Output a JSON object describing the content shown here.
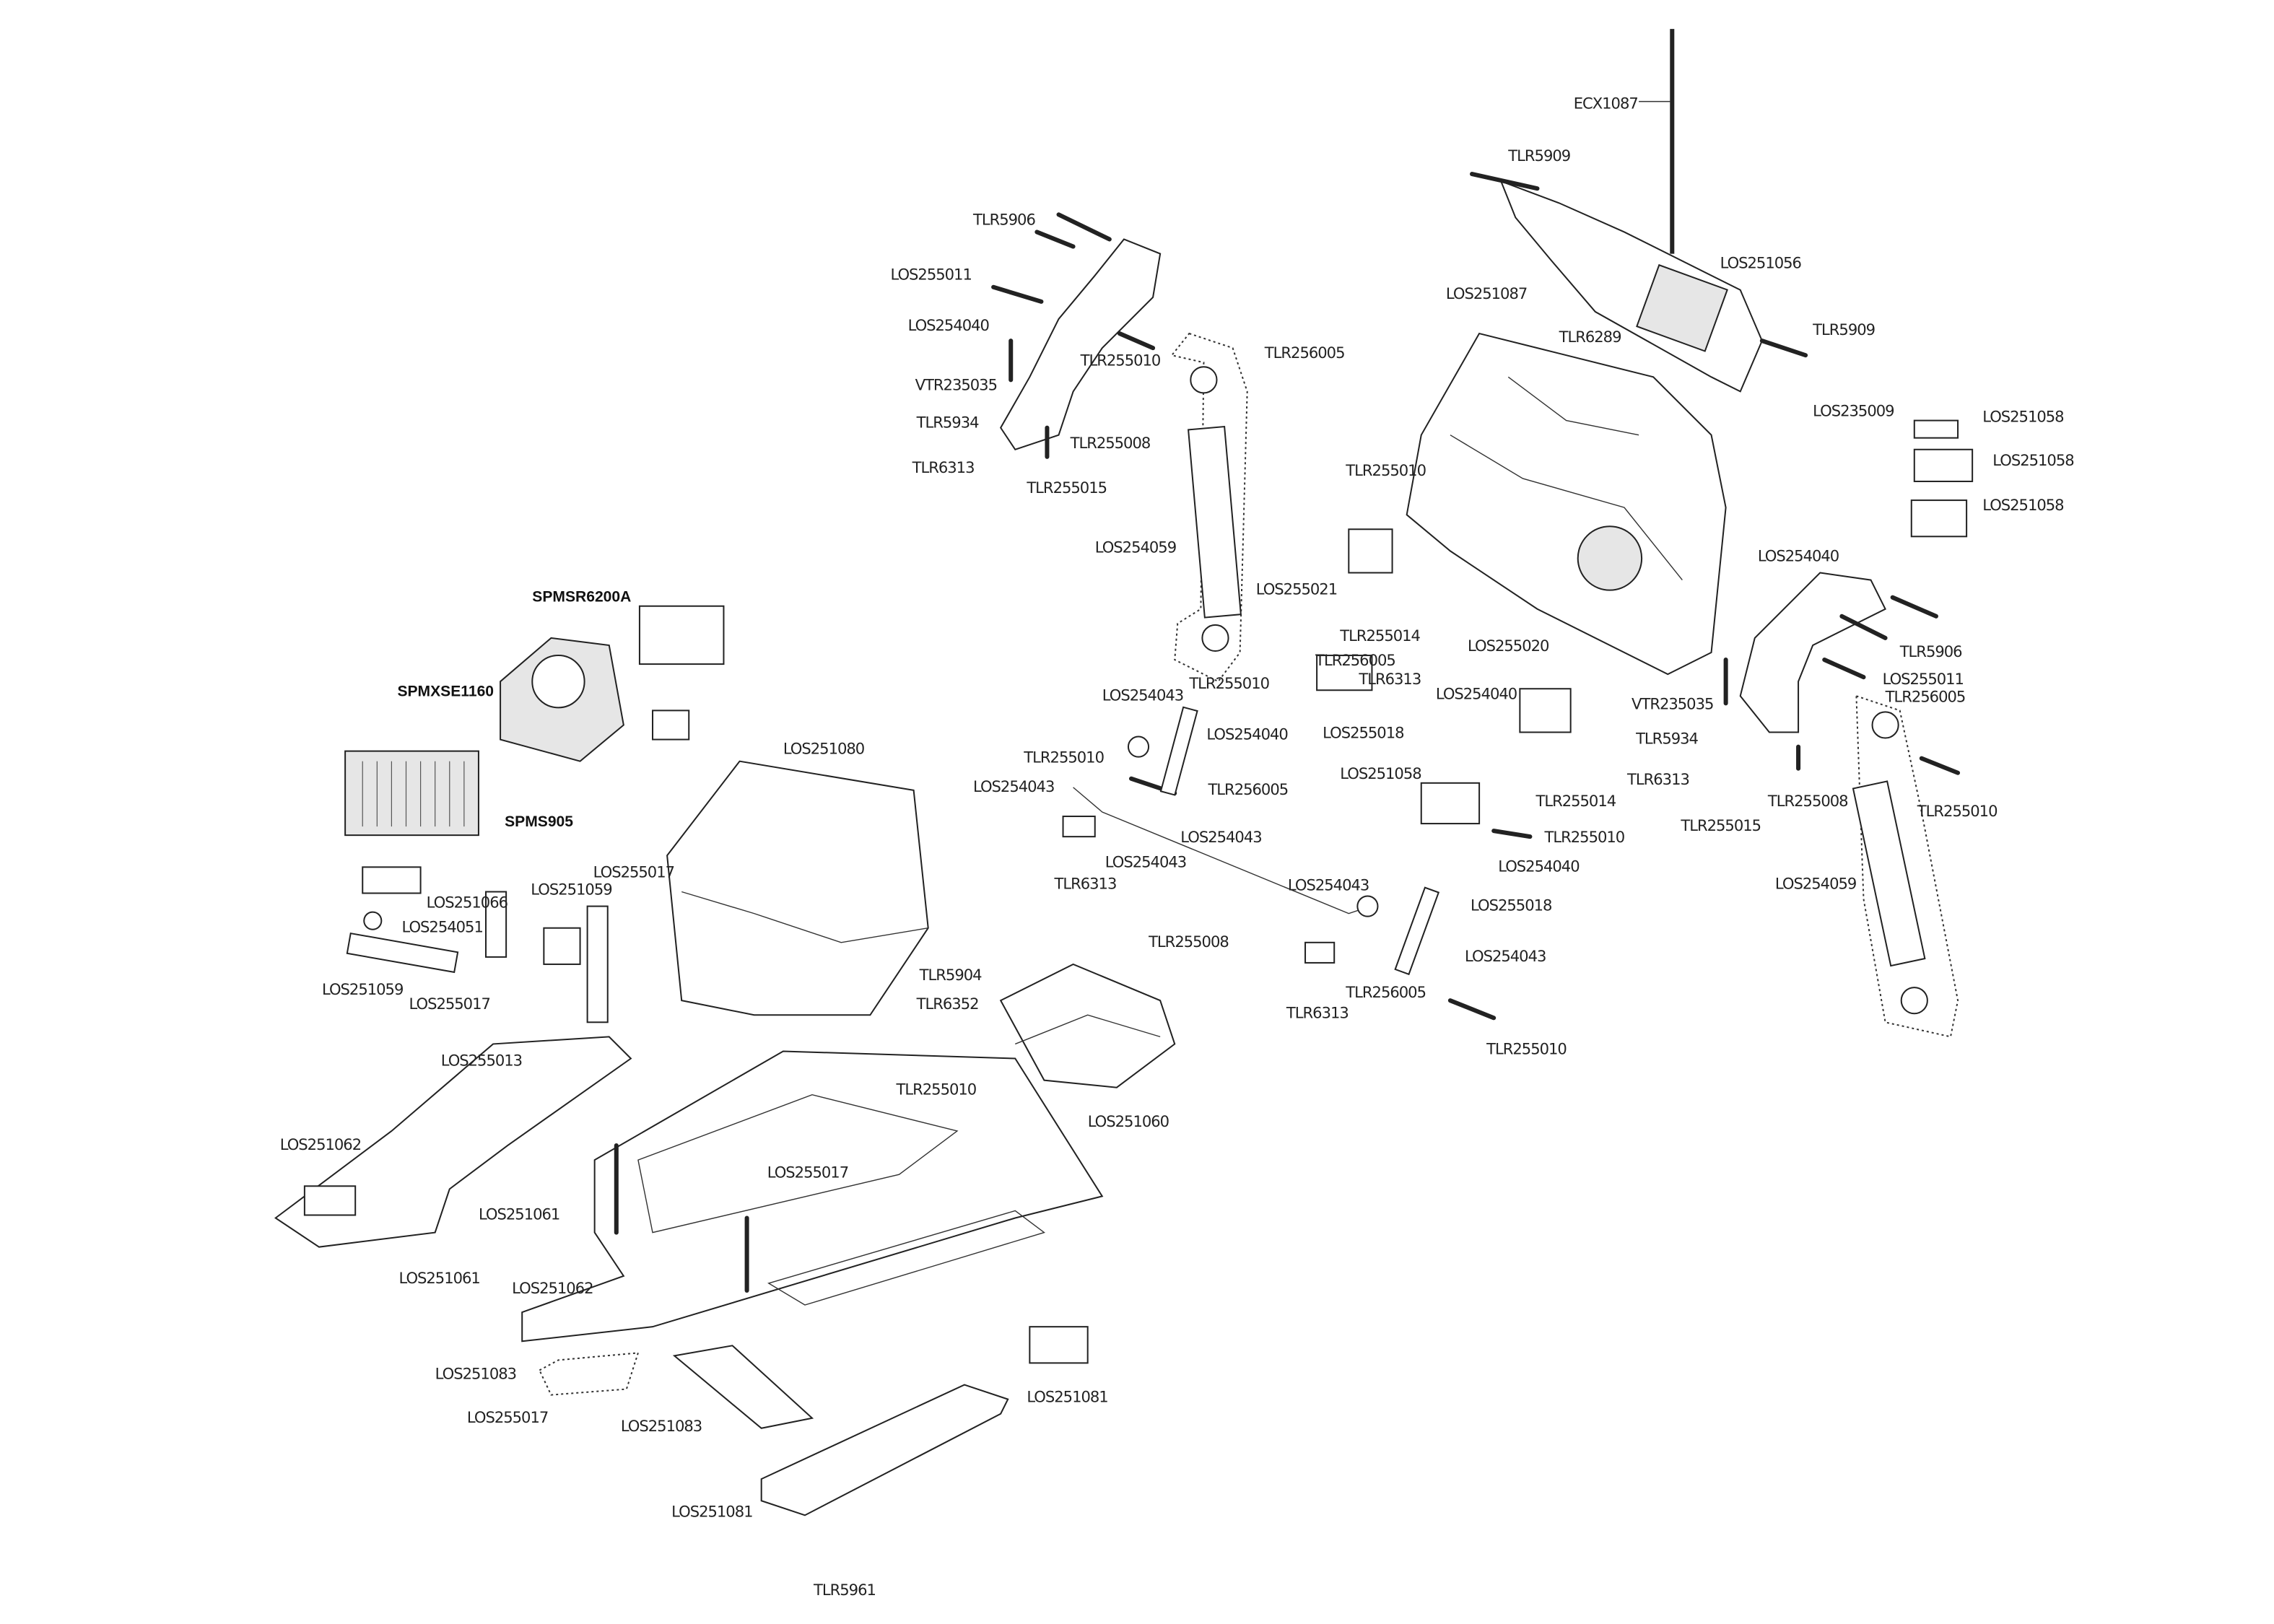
{
  "labels": [
    "ECX1087",
    "TLR5909",
    "LOS251056",
    "LOS251087",
    "TLR6289",
    "TLR5909",
    "LOS235009",
    "LOS251058",
    "LOS251058",
    "LOS251058",
    "TLR5906",
    "LOS255011",
    "LOS254040",
    "TLR255010",
    "TLR256005",
    "VTR235035",
    "TLR5934",
    "TLR255008",
    "TLR6313",
    "TLR255015",
    "TLR255010",
    "LOS254059",
    "LOS255021",
    "TLR255014",
    "LOS255020",
    "LOS254040",
    "TLR5906",
    "VTR235035",
    "LOS255011",
    "TLR256005",
    "TLR5934",
    "TLR6313",
    "TLR255008",
    "TLR255015",
    "TLR255010",
    "LOS254059",
    "TLR255010",
    "TLR256005",
    "TLR6313",
    "LOS254040",
    "LOS255018",
    "LOS254043",
    "LOS254040",
    "LOS251058",
    "TLR255014",
    "TLR255010",
    "LOS254040",
    "LOS255018",
    "TLR255010",
    "LOS254043",
    "TLR256005",
    "LOS254043",
    "LOS254043",
    "TLR6313",
    "LOS254043",
    "LOS254043",
    "TLR256005",
    "TLR6313",
    "TLR255010",
    "LOS251080",
    "LOS255017",
    "LOS251059",
    "LOS251066",
    "LOS254051",
    "LOS251059",
    "LOS255017",
    "TLR255008",
    "TLR5904",
    "TLR6352",
    "TLR255010",
    "LOS251060",
    "LOS255013",
    "LOS251062",
    "LOS255017",
    "LOS251061",
    "LOS251061",
    "LOS251062",
    "LOS251083",
    "LOS255017",
    "LOS251083",
    "LOS251081",
    "LOS251081",
    "TLR5961"
  ],
  "electronics_labels": [
    "SPMSR6200A",
    "SPMXSE1160",
    "SPMS905"
  ]
}
